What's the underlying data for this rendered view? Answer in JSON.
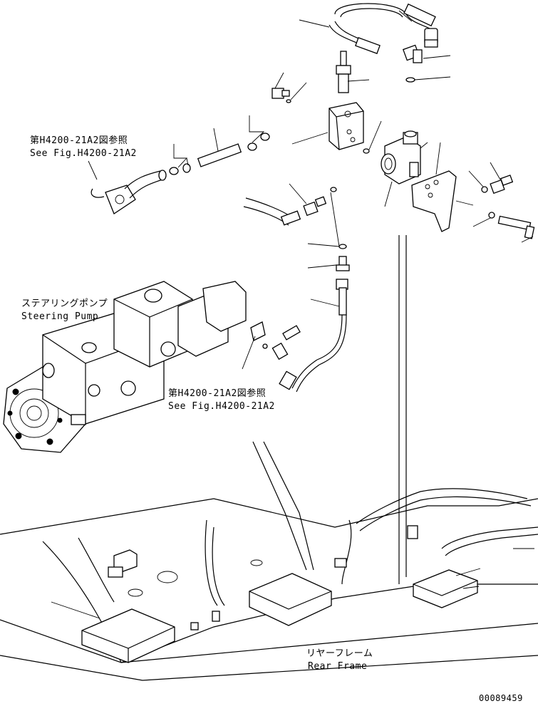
{
  "labels": {
    "ref_top_jp": "第H4200-21A2図参照",
    "ref_top_en": "See Fig.H4200-21A2",
    "steering_jp": "ステアリングポンプ",
    "steering_en": "Steering Pump",
    "ref_mid_jp": "第H4200-21A2図参照",
    "ref_mid_en": "See Fig.H4200-21A2",
    "rear_jp": "リヤーフレーム",
    "rear_en": "Rear Frame",
    "drawing_no": "00089459"
  }
}
